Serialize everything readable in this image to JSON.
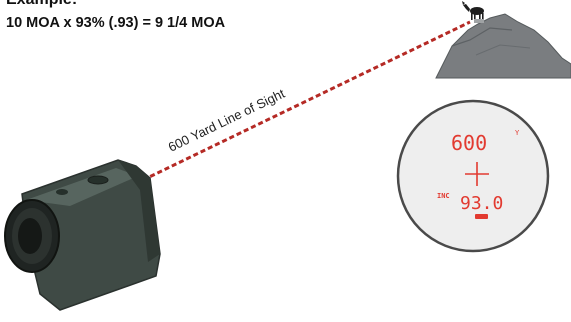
{
  "heading": "Example:",
  "formula": "10 MOA x 93% (.93) = 9 1/4 MOA",
  "line_of_sight_label": "600 Yard Line of Sight",
  "display": {
    "range_value": "600",
    "range_unit": "Y",
    "mode_label": "INC",
    "incline_value": "93.0"
  },
  "colors": {
    "sight_line": "#b52a25",
    "display_digits": "#e23a30",
    "rangefinder_body": "#3f4a45",
    "mountain": "#7a7d80"
  }
}
